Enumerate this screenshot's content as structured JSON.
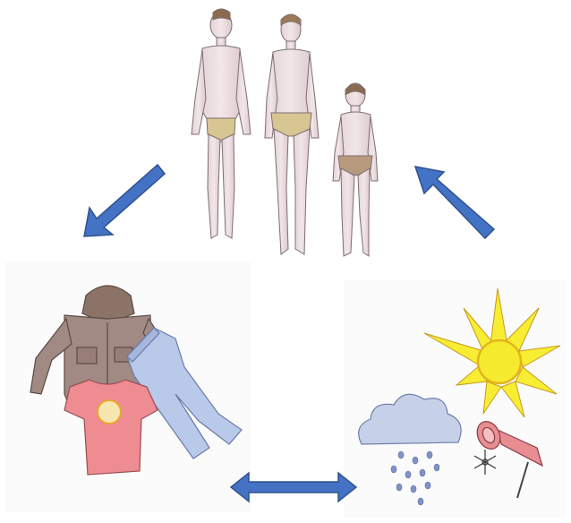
{
  "diagram": {
    "nodes": [
      {
        "id": "people",
        "icon": "family-figures-illustration"
      },
      {
        "id": "clothing",
        "icon": "clothing-illustration"
      },
      {
        "id": "weather",
        "icon": "weather-illustration"
      }
    ],
    "edges": [
      {
        "from": "people",
        "to": "clothing",
        "style": "one-way",
        "icon": "arrow-down-left-icon"
      },
      {
        "from": "weather",
        "to": "people",
        "style": "one-way",
        "icon": "arrow-up-left-icon"
      },
      {
        "from": "clothing",
        "to": "weather",
        "style": "two-way",
        "icon": "double-arrow-icon"
      }
    ],
    "colors": {
      "arrow_fill": "#4472c4",
      "arrow_stroke": "#2f528f",
      "skin": "#ecdfe0",
      "underwear": "#d8c692",
      "jacket": "#a08a83",
      "shirt": "#ee8c91",
      "jeans": "#b8c9e9",
      "sun": "#f7ee34",
      "sun_outline": "#e3b41a",
      "cloud": "#c6d0e8",
      "horn": "#e88d92"
    }
  }
}
